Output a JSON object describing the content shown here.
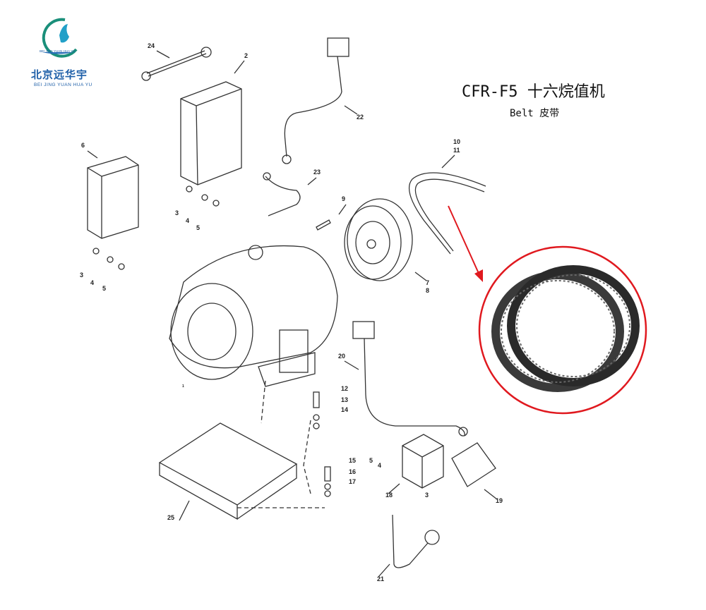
{
  "logo": {
    "emblem_text": "BEI JING YUAN HUA YU",
    "name_cn": "北京远华宇",
    "name_en": "BEI JING YUAN HUA YU"
  },
  "header": {
    "title": "CFR-F5 十六烷值机",
    "subtitle": "Belt 皮带"
  },
  "callouts": [
    "24",
    "2",
    "22",
    "6",
    "3",
    "4",
    "5",
    "23",
    "10",
    "11",
    "9",
    "3",
    "4",
    "5",
    "7",
    "8",
    "20",
    "12",
    "13",
    "14",
    "5",
    "4",
    "15",
    "16",
    "17",
    "18",
    "3",
    "19",
    "25",
    "21",
    "1"
  ],
  "colors": {
    "highlight": "#e0191f",
    "brand": "#1e5fa8",
    "line": "#333333"
  }
}
